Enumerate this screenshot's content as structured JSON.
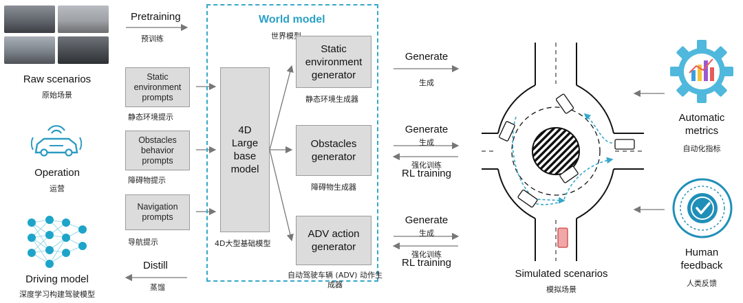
{
  "left": {
    "raw_scenarios": {
      "en": "Raw scenarios",
      "zh": "原始场景"
    },
    "operation": {
      "en": "Operation",
      "zh": "运营"
    },
    "driving_model": {
      "en": "Driving model",
      "zh": "深度学习构建驾驶模型"
    }
  },
  "flows": {
    "pretraining": {
      "en": "Pretraining",
      "zh": "预训练"
    },
    "distill": {
      "en": "Distill",
      "zh": "蒸馏"
    }
  },
  "prompts": [
    {
      "label": "Static environment prompts",
      "zh": "静态环境提示"
    },
    {
      "label": "Obstacles behavior prompts",
      "zh": "障碍物提示"
    },
    {
      "label": "Navigation prompts",
      "zh": "导航提示"
    }
  ],
  "world_model": {
    "title": "World model",
    "zh": "世界模型",
    "base": {
      "label": "4D Large base model",
      "zh": "4D大型基础模型"
    },
    "generators": [
      {
        "label": "Static environment generator",
        "zh": "静态环境生成器"
      },
      {
        "label": "Obstacles generator",
        "zh": "障碍物生成器"
      },
      {
        "label": "ADV action generator",
        "zh": "自动驾驶车辆 (ADV) 动作生成器"
      }
    ]
  },
  "links": {
    "generate": {
      "en": "Generate",
      "zh": "生成"
    },
    "rl_training": {
      "en": "RL training",
      "zh": "强化训练"
    }
  },
  "right": {
    "simulated": {
      "en": "Simulated scenarios",
      "zh": "模拟场景"
    },
    "metrics": {
      "en": "Automatic metrics",
      "zh": "自动化指标"
    },
    "human": {
      "en": "Human feedback",
      "zh": "人类反馈"
    }
  },
  "colors": {
    "accent": "#35a7c9",
    "box_fill": "#dcdcdc",
    "arrow": "#777777"
  }
}
